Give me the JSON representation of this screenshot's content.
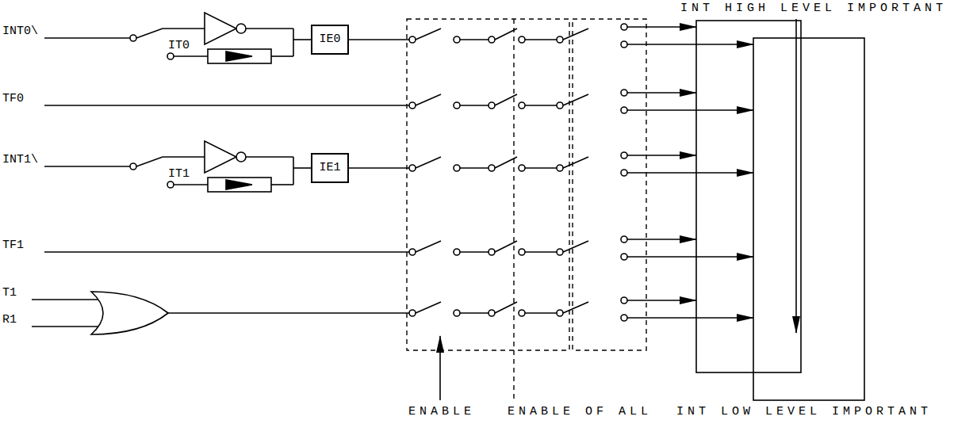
{
  "diagram": {
    "nodes": [
      {
        "text": [
          "IE0"
        ]
      },
      {
        "text": [
          "IE1"
        ]
      }
    ],
    "labels": [
      "INT HIGH LEVEL IMPORTANT",
      "INT0\\",
      "IT0",
      "TF0",
      "INT1\\",
      "IT1",
      "TF1",
      "T1",
      "R1",
      "ENABLE",
      "ENABLE OF ALL",
      "INT LOW LEVEL IMPORTANT"
    ]
  }
}
